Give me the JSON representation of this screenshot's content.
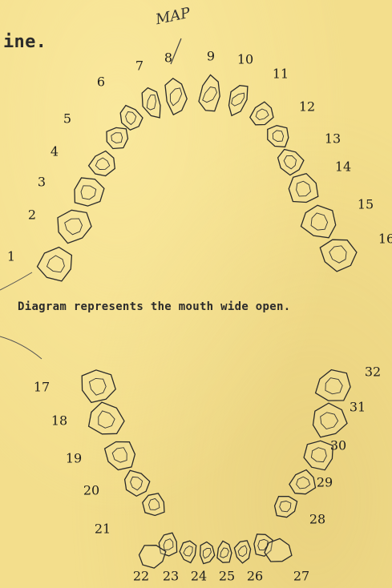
{
  "header_fragment": "ine.",
  "handwritten_note": "MAP",
  "caption": "Diagram represents the mouth wide open.",
  "upper_arch": {
    "numbers": [
      "1",
      "2",
      "3",
      "4",
      "5",
      "6",
      "7",
      "8",
      "9",
      "10",
      "11",
      "12",
      "13",
      "14",
      "15",
      "16"
    ],
    "marked_tooth": "8"
  },
  "lower_arch": {
    "numbers": [
      "17",
      "18",
      "19",
      "20",
      "21",
      "22",
      "23",
      "24",
      "25",
      "26",
      "27",
      "28",
      "29",
      "30",
      "31",
      "32"
    ]
  },
  "colors": {
    "paper": "#f3de8c",
    "ink": "#2a2a2a"
  }
}
